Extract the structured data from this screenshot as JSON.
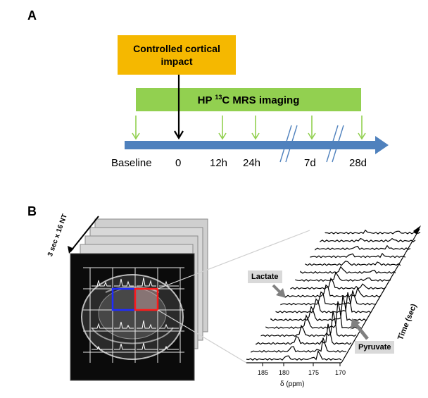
{
  "panels": {
    "a": "A",
    "b": "B"
  },
  "timeline": {
    "injury_label": "Controlled cortical impact",
    "imaging_label_prefix": "HP ",
    "imaging_label_sup": "13",
    "imaging_label_suffix": "C MRS imaging",
    "timepoints": [
      "Baseline",
      "0",
      "12h",
      "24h",
      "7d",
      "28d"
    ]
  },
  "panel_b": {
    "acquisition_label": "3 sec x 16 NT",
    "lactate_label": "Lactate",
    "pyruvate_label": "Pyruvate",
    "time_axis_label": "Time (sec)",
    "ppm_ticks": [
      "185",
      "180",
      "175",
      "170"
    ],
    "ppm_axis_label": "δ (ppm)"
  },
  "colors": {
    "injury_box": "#F5B800",
    "imaging_bar": "#92D050",
    "timeline_arrow": "#4F81BD",
    "tick_arrows": "#92D050",
    "voxel_blue": "#1F2BFF",
    "voxel_red": "#FF1A1A"
  }
}
